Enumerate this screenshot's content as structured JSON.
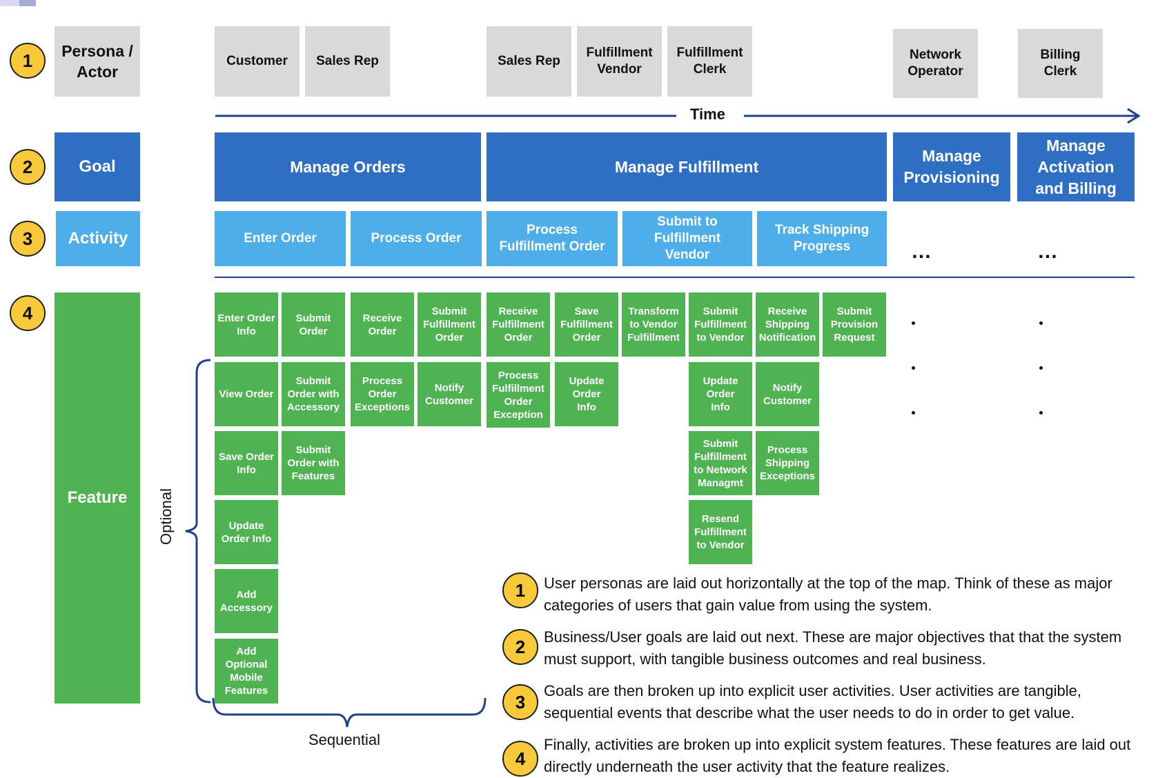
{
  "row_labels": {
    "persona": "Persona / Actor",
    "goal": "Goal",
    "activity": "Activity",
    "feature": "Feature"
  },
  "row_numbers": [
    "1",
    "2",
    "3",
    "4"
  ],
  "personas": [
    "Customer",
    "Sales Rep",
    "Sales Rep",
    "Fulfillment Vendor",
    "Fulfillment Clerk",
    "Network Operator",
    "Billing Clerk"
  ],
  "time_label": "Time",
  "goals": [
    "Manage Orders",
    "Manage Fulfillment",
    "Manage Provisioning",
    "Manage Activation and Billing"
  ],
  "activities": [
    "Enter Order",
    "Process Order",
    "Process Fulfillment  Order",
    "Submit to Fulfillment Vendor",
    "Track Shipping Progress"
  ],
  "activity_ellipsis": [
    "…",
    "…"
  ],
  "features": {
    "col1": [
      "Enter Order Info",
      "View Order",
      "Save Order Info",
      "Update Order Info",
      "Add Accessory",
      "Add Optional Mobile Features"
    ],
    "col2": [
      "Submit Order",
      "Submit Order with Accessory",
      "Submit Order with Features"
    ],
    "col3": [
      "Receive Order",
      "Process Order Exceptions"
    ],
    "col4": [
      "Submit Fulfillment Order",
      "Notify Customer"
    ],
    "col5": [
      "Receive Fulfillment Order",
      "Process Fulfillment Order Exception"
    ],
    "col6": [
      "Save Fulfillment Order",
      "Update Order Info"
    ],
    "col7": [
      "Transform to Vendor Fulfillment"
    ],
    "col8": [
      "Submit Fulfillment to Vendor",
      "Update Order Info",
      "Submit Fulfillment to Network Managmt",
      "Resend Fulfillment to Vendor"
    ],
    "col9": [
      "Receive Shipping Notification",
      "Notify Customer",
      "Process Shipping Exceptions"
    ],
    "col10": [
      "Submit Provision Request"
    ]
  },
  "bracket_labels": {
    "vertical": "Optional",
    "horizontal": "Sequential"
  },
  "notes": [
    {
      "num": "1",
      "text": "User personas are laid out horizontally at the top of the map.  Think of these as major categories of users that gain value from using the system."
    },
    {
      "num": "2",
      "text": "Business/User goals are laid out next. These are major objectives that that the system must support, with tangible business outcomes and real business."
    },
    {
      "num": "3",
      "text": "Goals are then broken up into explicit user activities. User activities are tangible, sequential events that describe what the user needs to do in order to get value."
    },
    {
      "num": "4",
      "text": "Finally, activities are broken up into explicit system features. These features are laid out directly underneath the user activity that the feature realizes."
    }
  ],
  "colors": {
    "persona": "#d9d9d9",
    "goal": "#2e6fc4",
    "activity": "#4daee9",
    "feature": "#4fb352",
    "badge": "#f9c93c",
    "line": "#1f3f8f"
  }
}
